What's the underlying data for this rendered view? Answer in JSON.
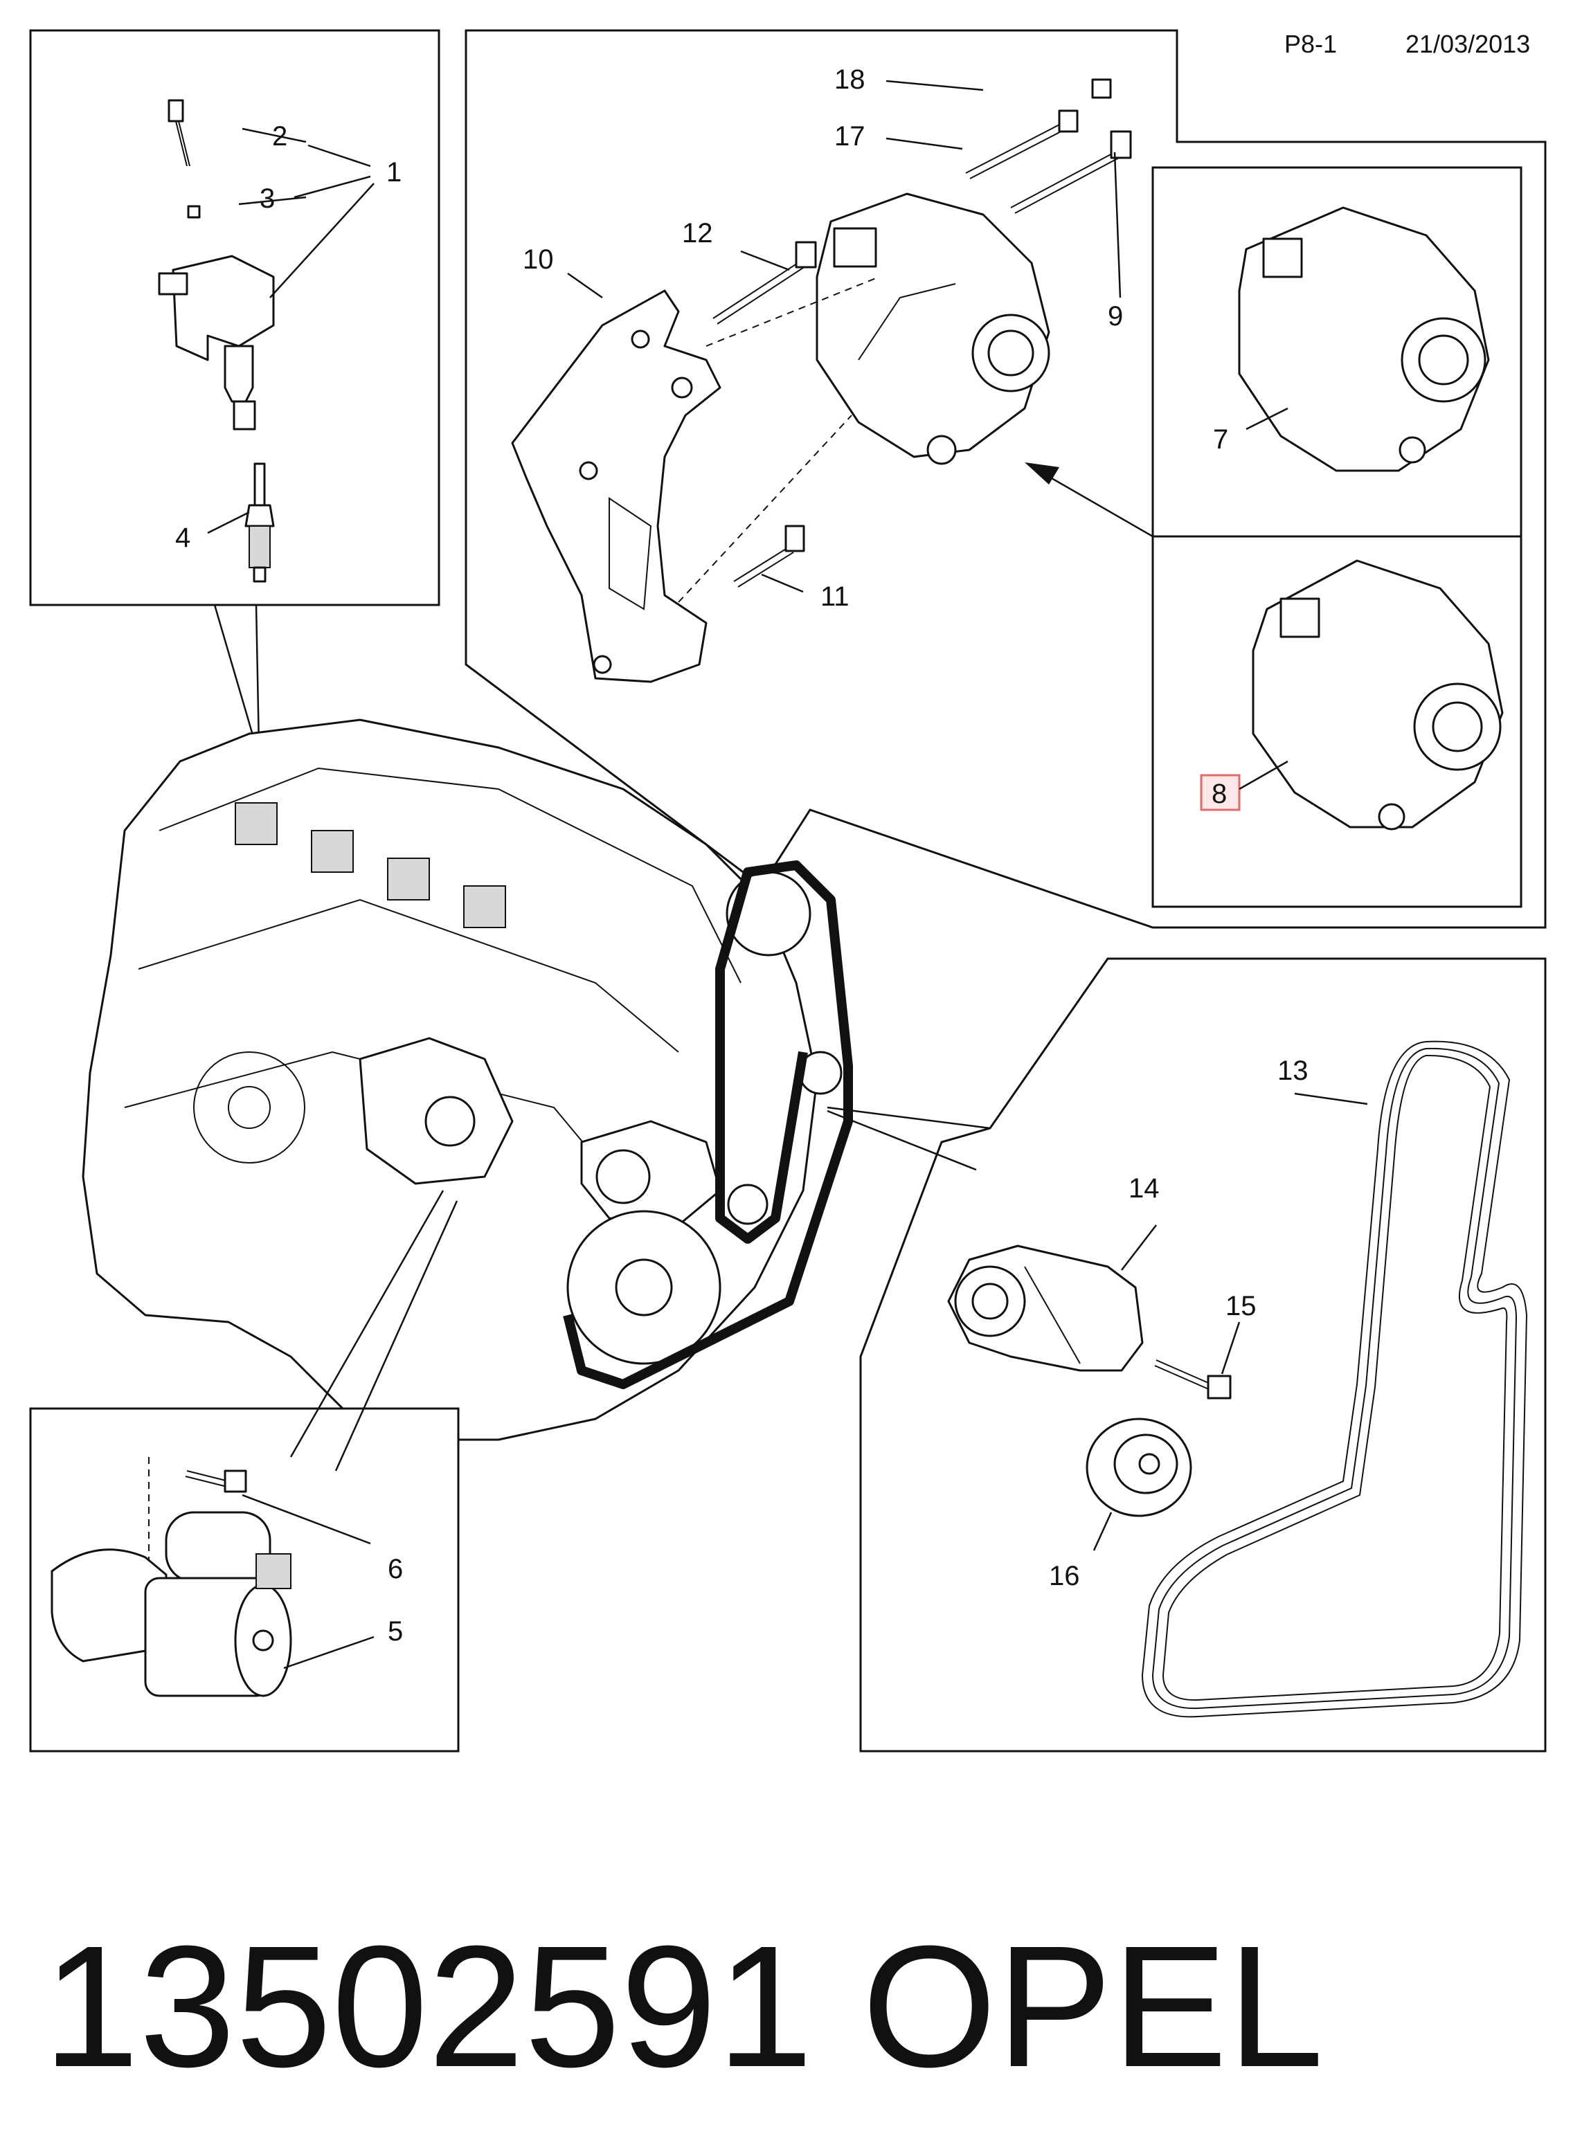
{
  "header": {
    "page_code": "P8-1",
    "date": "21/03/2013"
  },
  "callouts": {
    "c1": "1",
    "c2": "2",
    "c3": "3",
    "c4": "4",
    "c5": "5",
    "c6": "6",
    "c7": "7",
    "c8": "8",
    "c9": "9",
    "c10": "10",
    "c11": "11",
    "c12": "12",
    "c13": "13",
    "c14": "14",
    "c15": "15",
    "c16": "16",
    "c17": "17",
    "c18": "18"
  },
  "highlighted_callout": "8",
  "highlight_color": "#e06b6b",
  "footer": {
    "part_number": "13502591",
    "brand": "OPEL"
  }
}
